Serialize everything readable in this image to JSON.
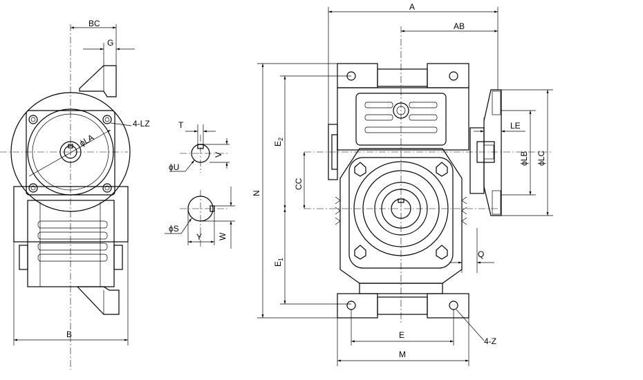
{
  "labels": {
    "bc": "BC",
    "g": "G",
    "lz": "4-LZ",
    "la": "ϕLA",
    "b": "B",
    "t": "T",
    "v": "V",
    "u": "ϕU",
    "s": "ϕS",
    "y": "Y",
    "w": "W",
    "a": "A",
    "ab": "AB",
    "n": "N",
    "e2": "E",
    "e2_sub": "2",
    "cc": "CC",
    "e1": "E",
    "e1_sub": "1",
    "le": "LE",
    "lb": "ϕLB",
    "lc": "ϕLC",
    "q": "Q",
    "e": "E",
    "z": "4-Z",
    "m": "M"
  }
}
